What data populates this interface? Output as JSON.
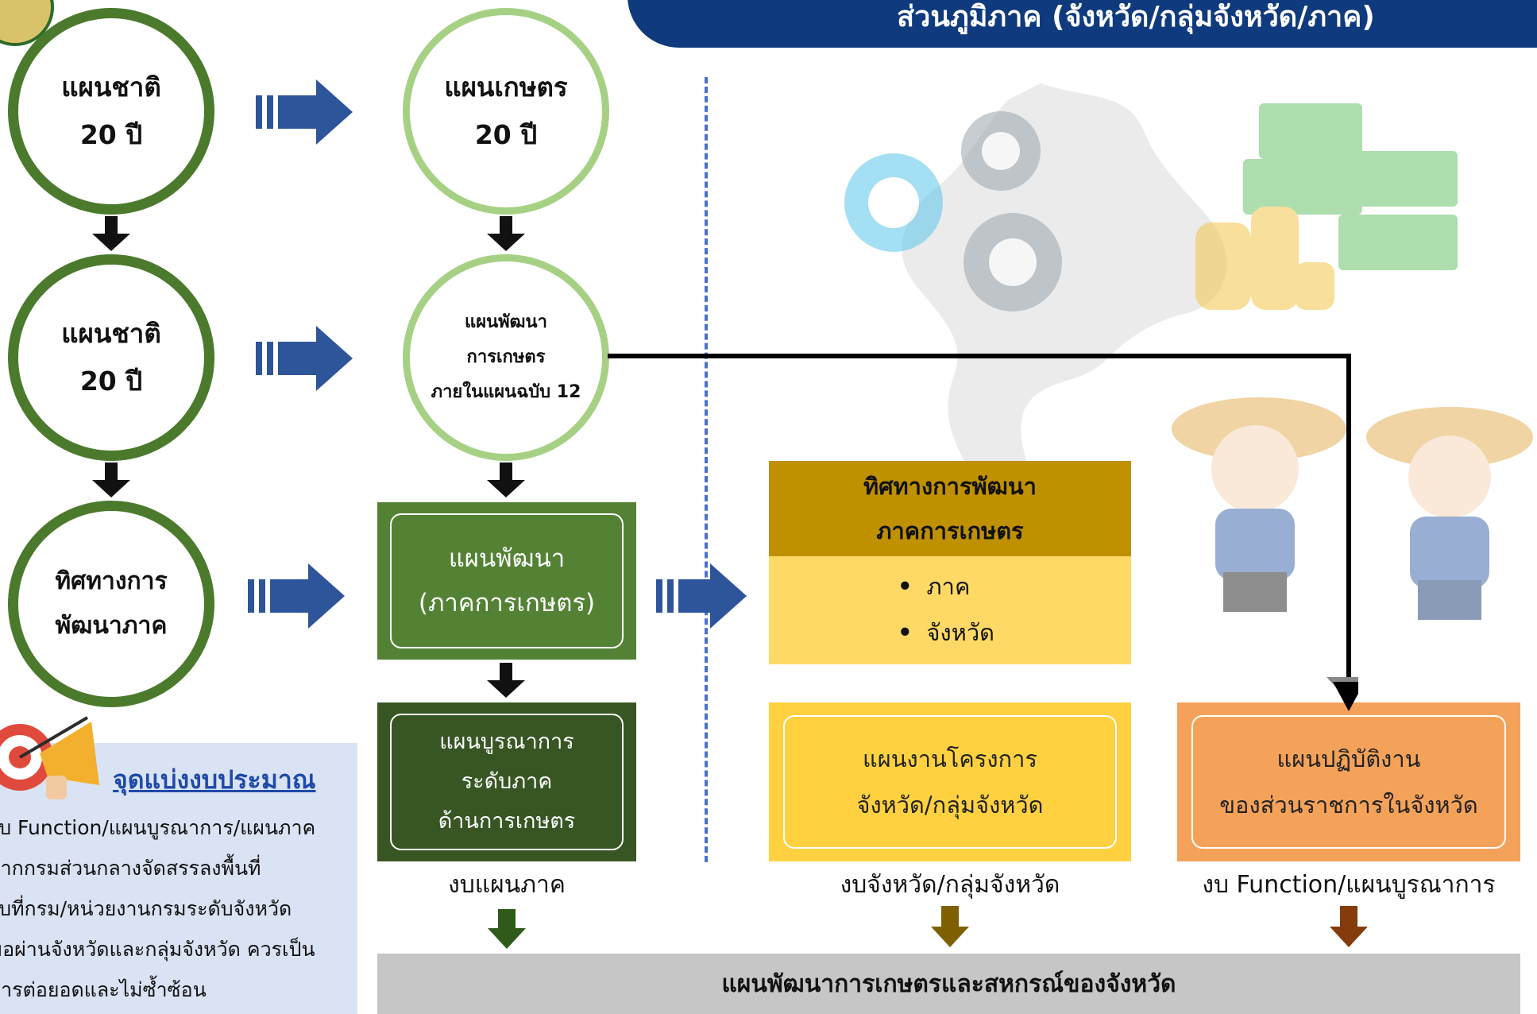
{
  "header": {
    "title": "ส่วนภูมิภาค (จังหวัด/กลุ่มจังหวัด/ภาค)"
  },
  "left_column": {
    "circle1": {
      "line1": "แผนชาติ",
      "line2": "20 ปี"
    },
    "circle2": {
      "line1": "แผนชาติ",
      "line2": "20 ปี"
    },
    "circle3": {
      "line1": "ทิศทางการ",
      "line2": "พัฒนาภาค"
    }
  },
  "middle_column": {
    "circle1": {
      "line1": "แผนเกษตร",
      "line2": "20 ปี"
    },
    "circle2": {
      "line1": "แผนพัฒนา",
      "line2": "การเกษตร",
      "line3": "ภายในแผนฉบับ 12"
    },
    "box1": {
      "line1": "แผนพัฒนา",
      "line2": "(ภาคการเกษตร)"
    },
    "box2": {
      "line1": "แผนบูรณาการ",
      "line2": "ระดับภาค",
      "line3": "ด้านการเกษตร"
    },
    "caption": "งบแผนภาค"
  },
  "direction_box": {
    "header_line1": "ทิศทางการพัฒนา",
    "header_line2": "ภาคการเกษตร",
    "bullets": [
      "ภาค",
      "จังหวัด"
    ]
  },
  "province_box": {
    "line1": "แผนงานโครงการ",
    "line2": "จังหวัด/กลุ่มจังหวัด",
    "caption": "งบจังหวัด/กลุ่มจังหวัด"
  },
  "operation_box": {
    "line1": "แผนปฏิบัติงาน",
    "line2": "ของส่วนราชการในจังหวัด",
    "caption": "งบ Function/แผนบูรณาการ"
  },
  "budget_panel": {
    "title": "จุดแบ่งงบประมาณ",
    "lines": [
      "งบ Function/แผนบูรณาการ/แผนภาค",
      "จากกรมส่วนกลางจัดสรรลงพื้นที่",
      "งบที่กรม/หน่วยงานกรมระดับจังหวัด",
      "ขอผ่านจังหวัดและกลุ่มจังหวัด ควรเป็น",
      "การต่อยอดและไม่ซ้ำซ้อน"
    ]
  },
  "footer_bar": {
    "label": "แผนพัฒนาการเกษตรและสหกรณ์ของจังหวัด"
  },
  "colors": {
    "header": "#0f3a7d",
    "dark_green": "#4b7a2d",
    "light_green": "#a6d184",
    "box_green": "#548235",
    "box_dark_green": "#375623",
    "gold_header": "#bf9000",
    "gold_body": "#ffd966",
    "yellow_box": "#ffd140",
    "orange_box": "#f4a25a",
    "footer_grey": "#c6c6c6",
    "arrow_blue": "#2e5599"
  }
}
